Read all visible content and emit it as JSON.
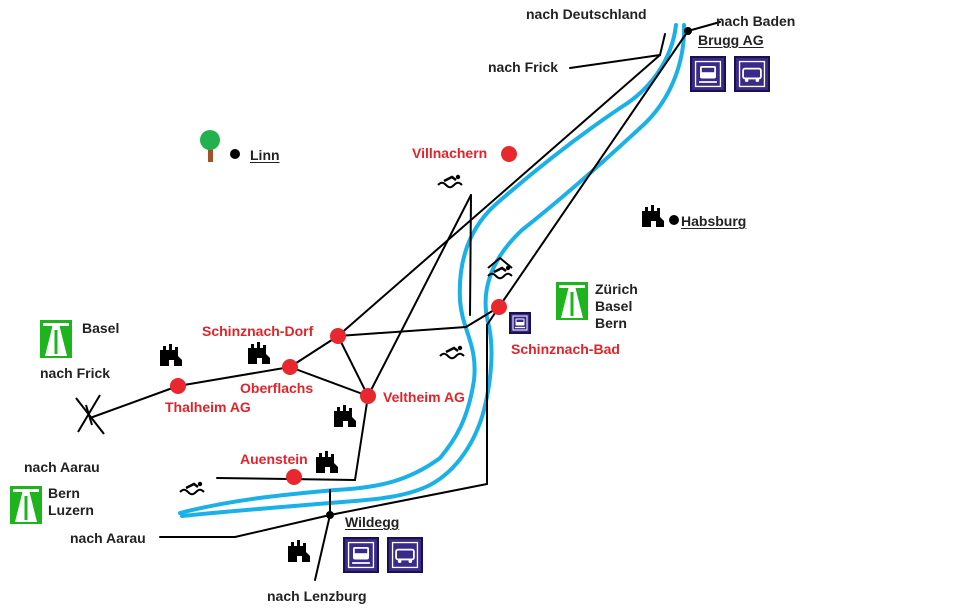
{
  "places": {
    "villnachern": "Villnachern",
    "schinznach_dorf": "Schinznach-Dorf",
    "oberflachs": "Oberflachs",
    "thalheim": "Thalheim AG",
    "veltheim": "Veltheim AG",
    "auenstein": "Auenstein",
    "schinznach_bad": "Schinznach-Bad",
    "linn": "Linn",
    "habsburg": "Habsburg",
    "brugg": "Brugg AG",
    "wildegg": "Wildegg"
  },
  "directions": {
    "nach_deutschland": "nach Deutschland",
    "nach_baden": "nach Baden",
    "nach_frick_top": "nach Frick",
    "nach_frick_left": "nach Frick",
    "nach_aarau_left": "nach Aarau",
    "nach_aarau_bottom": "nach Aarau",
    "nach_lenzburg": "nach Lenzburg",
    "basel": "Basel",
    "zuerich_basel_bern": "Zürich\nBasel\nBern",
    "bern_luzern": "Bern\nLuzern"
  },
  "colors": {
    "river": "#1ab1e8",
    "town_dot": "#e8282e",
    "town_label": "#e0242a",
    "road": "#000000",
    "motorway_sign": "#1eb41e",
    "transport_sign": "#3a2a8a"
  },
  "icons": [
    "tree-icon",
    "castle-icon",
    "swimming-icon",
    "indoor-pool-icon",
    "train-station-icon",
    "bus-station-icon",
    "motorway-icon",
    "junction-icon"
  ]
}
